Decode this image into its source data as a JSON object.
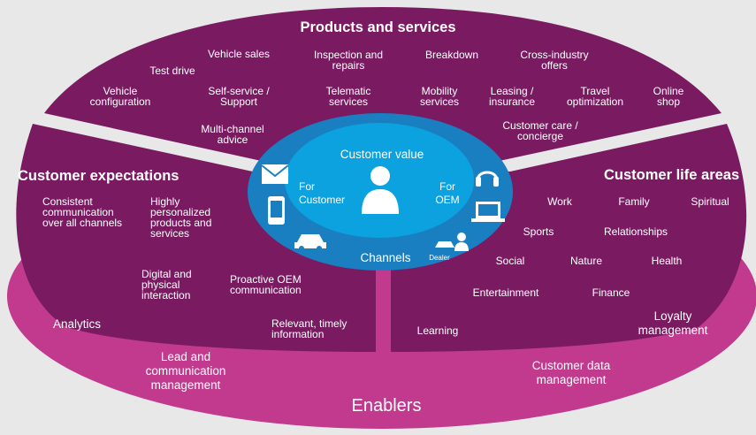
{
  "colors": {
    "plum": "#7a1b62",
    "magenta": "#c13a8d",
    "blue_outer": "#1a7fc1",
    "blue_inner": "#0ba2df",
    "background": "#e8e8e8"
  },
  "products": {
    "title": "Products and services",
    "items": [
      "Test drive",
      "Vehicle sales",
      "Inspection and repairs",
      "Breakdown",
      "Cross-industry offers",
      "Vehicle configuration",
      "Self-service / Support",
      "Telematic services",
      "Mobility services",
      "Leasing / insurance",
      "Travel optimization",
      "Online shop",
      "Multi-channel advice",
      "Customer care / concierge"
    ]
  },
  "expectations": {
    "title": "Customer expectations",
    "items": [
      "Consistent communication over all channels",
      "Highly personalized products and services",
      "Digital and physical interaction",
      "Proactive OEM communication",
      "Relevant, timely information"
    ]
  },
  "life_areas": {
    "title": "Customer life areas",
    "items": [
      "Work",
      "Family",
      "Spiritual",
      "Sports",
      "Relationships",
      "Social",
      "Nature",
      "Health",
      "Entertainment",
      "Finance",
      "Learning"
    ]
  },
  "enablers": {
    "title": "Enablers",
    "items": [
      "Analytics",
      "Lead and communication management",
      "Customer data management",
      "Loyalty management"
    ]
  },
  "center": {
    "customer_value": "Customer value",
    "for_customer": "For Customer",
    "for_oem": "For OEM",
    "channels": "Channels",
    "dealer": "Dealer"
  },
  "icons": [
    "person-icon",
    "mail-icon",
    "phone-icon",
    "car-icon",
    "headphones-icon",
    "laptop-icon",
    "dealer-icon"
  ]
}
